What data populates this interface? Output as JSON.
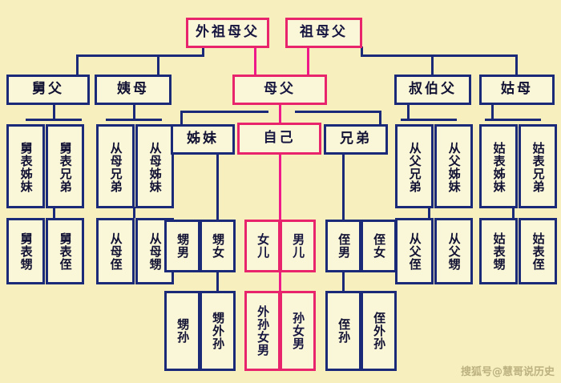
{
  "meta": {
    "title": "中国亲属关系称谓图",
    "bg_color": "#f7efbe",
    "blue": "#1b2a78",
    "pink": "#e8256c",
    "box_fill": "#faf6d8"
  },
  "watermark": {
    "text": "搜狐号@慧哥说历史"
  },
  "generation_1": {
    "maternal_grandparents": "外祖母父",
    "paternal_grandparents": "祖母父"
  },
  "generation_2": {
    "maternal_uncle": "舅父",
    "maternal_aunt": "姨母",
    "parents": "母父",
    "paternal_uncle": "叔伯父",
    "paternal_aunt": "姑母"
  },
  "generation_3": {
    "maternal_uncle_children": [
      "舅表姊妹",
      "舅表兄弟"
    ],
    "maternal_aunt_children": [
      "从母兄弟",
      "从母姊妹"
    ],
    "sisters": "姊妹",
    "self": "自己",
    "brothers": "兄弟",
    "paternal_uncle_children": [
      "从父兄弟",
      "从父姊妹"
    ],
    "paternal_aunt_children": [
      "姑表姊妹",
      "姑表兄弟"
    ]
  },
  "generation_4": {
    "maternal_uncle_grandchildren": [
      "舅表甥",
      "舅表侄"
    ],
    "maternal_aunt_grandchildren": [
      "从母侄",
      "从母甥"
    ],
    "sisters_children": [
      "甥男",
      "甥女"
    ],
    "own_children": [
      "女儿",
      "男儿"
    ],
    "brothers_children": [
      "侄男",
      "侄女"
    ],
    "paternal_uncle_grandchildren": [
      "从父侄",
      "从父甥"
    ],
    "paternal_aunt_grandchildren": [
      "姑表甥",
      "姑表侄"
    ]
  },
  "generation_5": {
    "sisters_grandchildren": [
      "甥孙",
      "甥外孙"
    ],
    "own_grandchildren": [
      "外孙女男",
      "孙女男"
    ],
    "brothers_grandchildren": [
      "侄孙",
      "侄外孙"
    ]
  }
}
